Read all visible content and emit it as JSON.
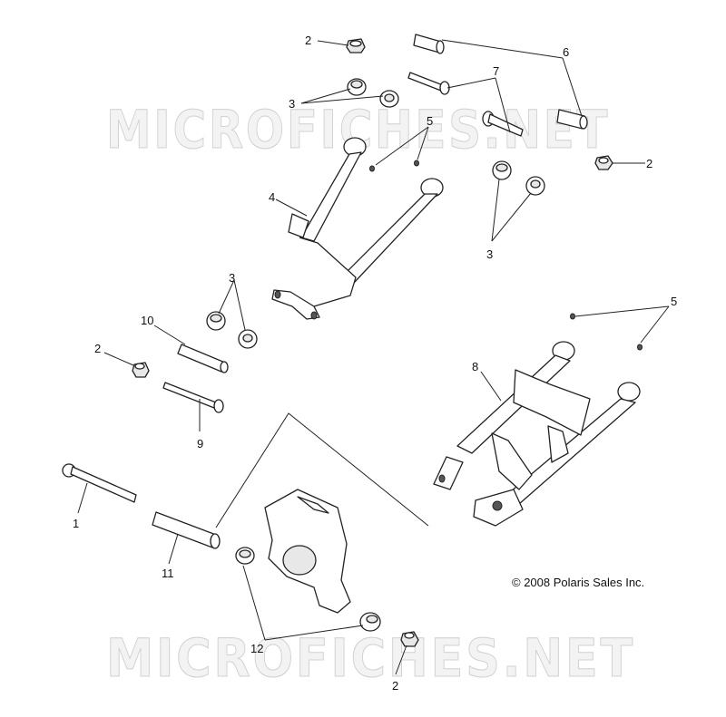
{
  "watermark": {
    "top": "MICROFICHES.NET",
    "bottom": "MICROFICHES.NET"
  },
  "copyright": "© 2008 Polaris Sales Inc.",
  "callouts": {
    "c2a": "2",
    "c6": "6",
    "c7": "7",
    "c3a": "3",
    "c5a": "5",
    "c2b": "2",
    "c4": "4",
    "c3b": "3",
    "c3c": "3",
    "c5b": "5",
    "c10": "10",
    "c2c": "2",
    "c8": "8",
    "c9": "9",
    "c1": "1",
    "c11": "11",
    "c12": "12",
    "c2d": "2"
  }
}
